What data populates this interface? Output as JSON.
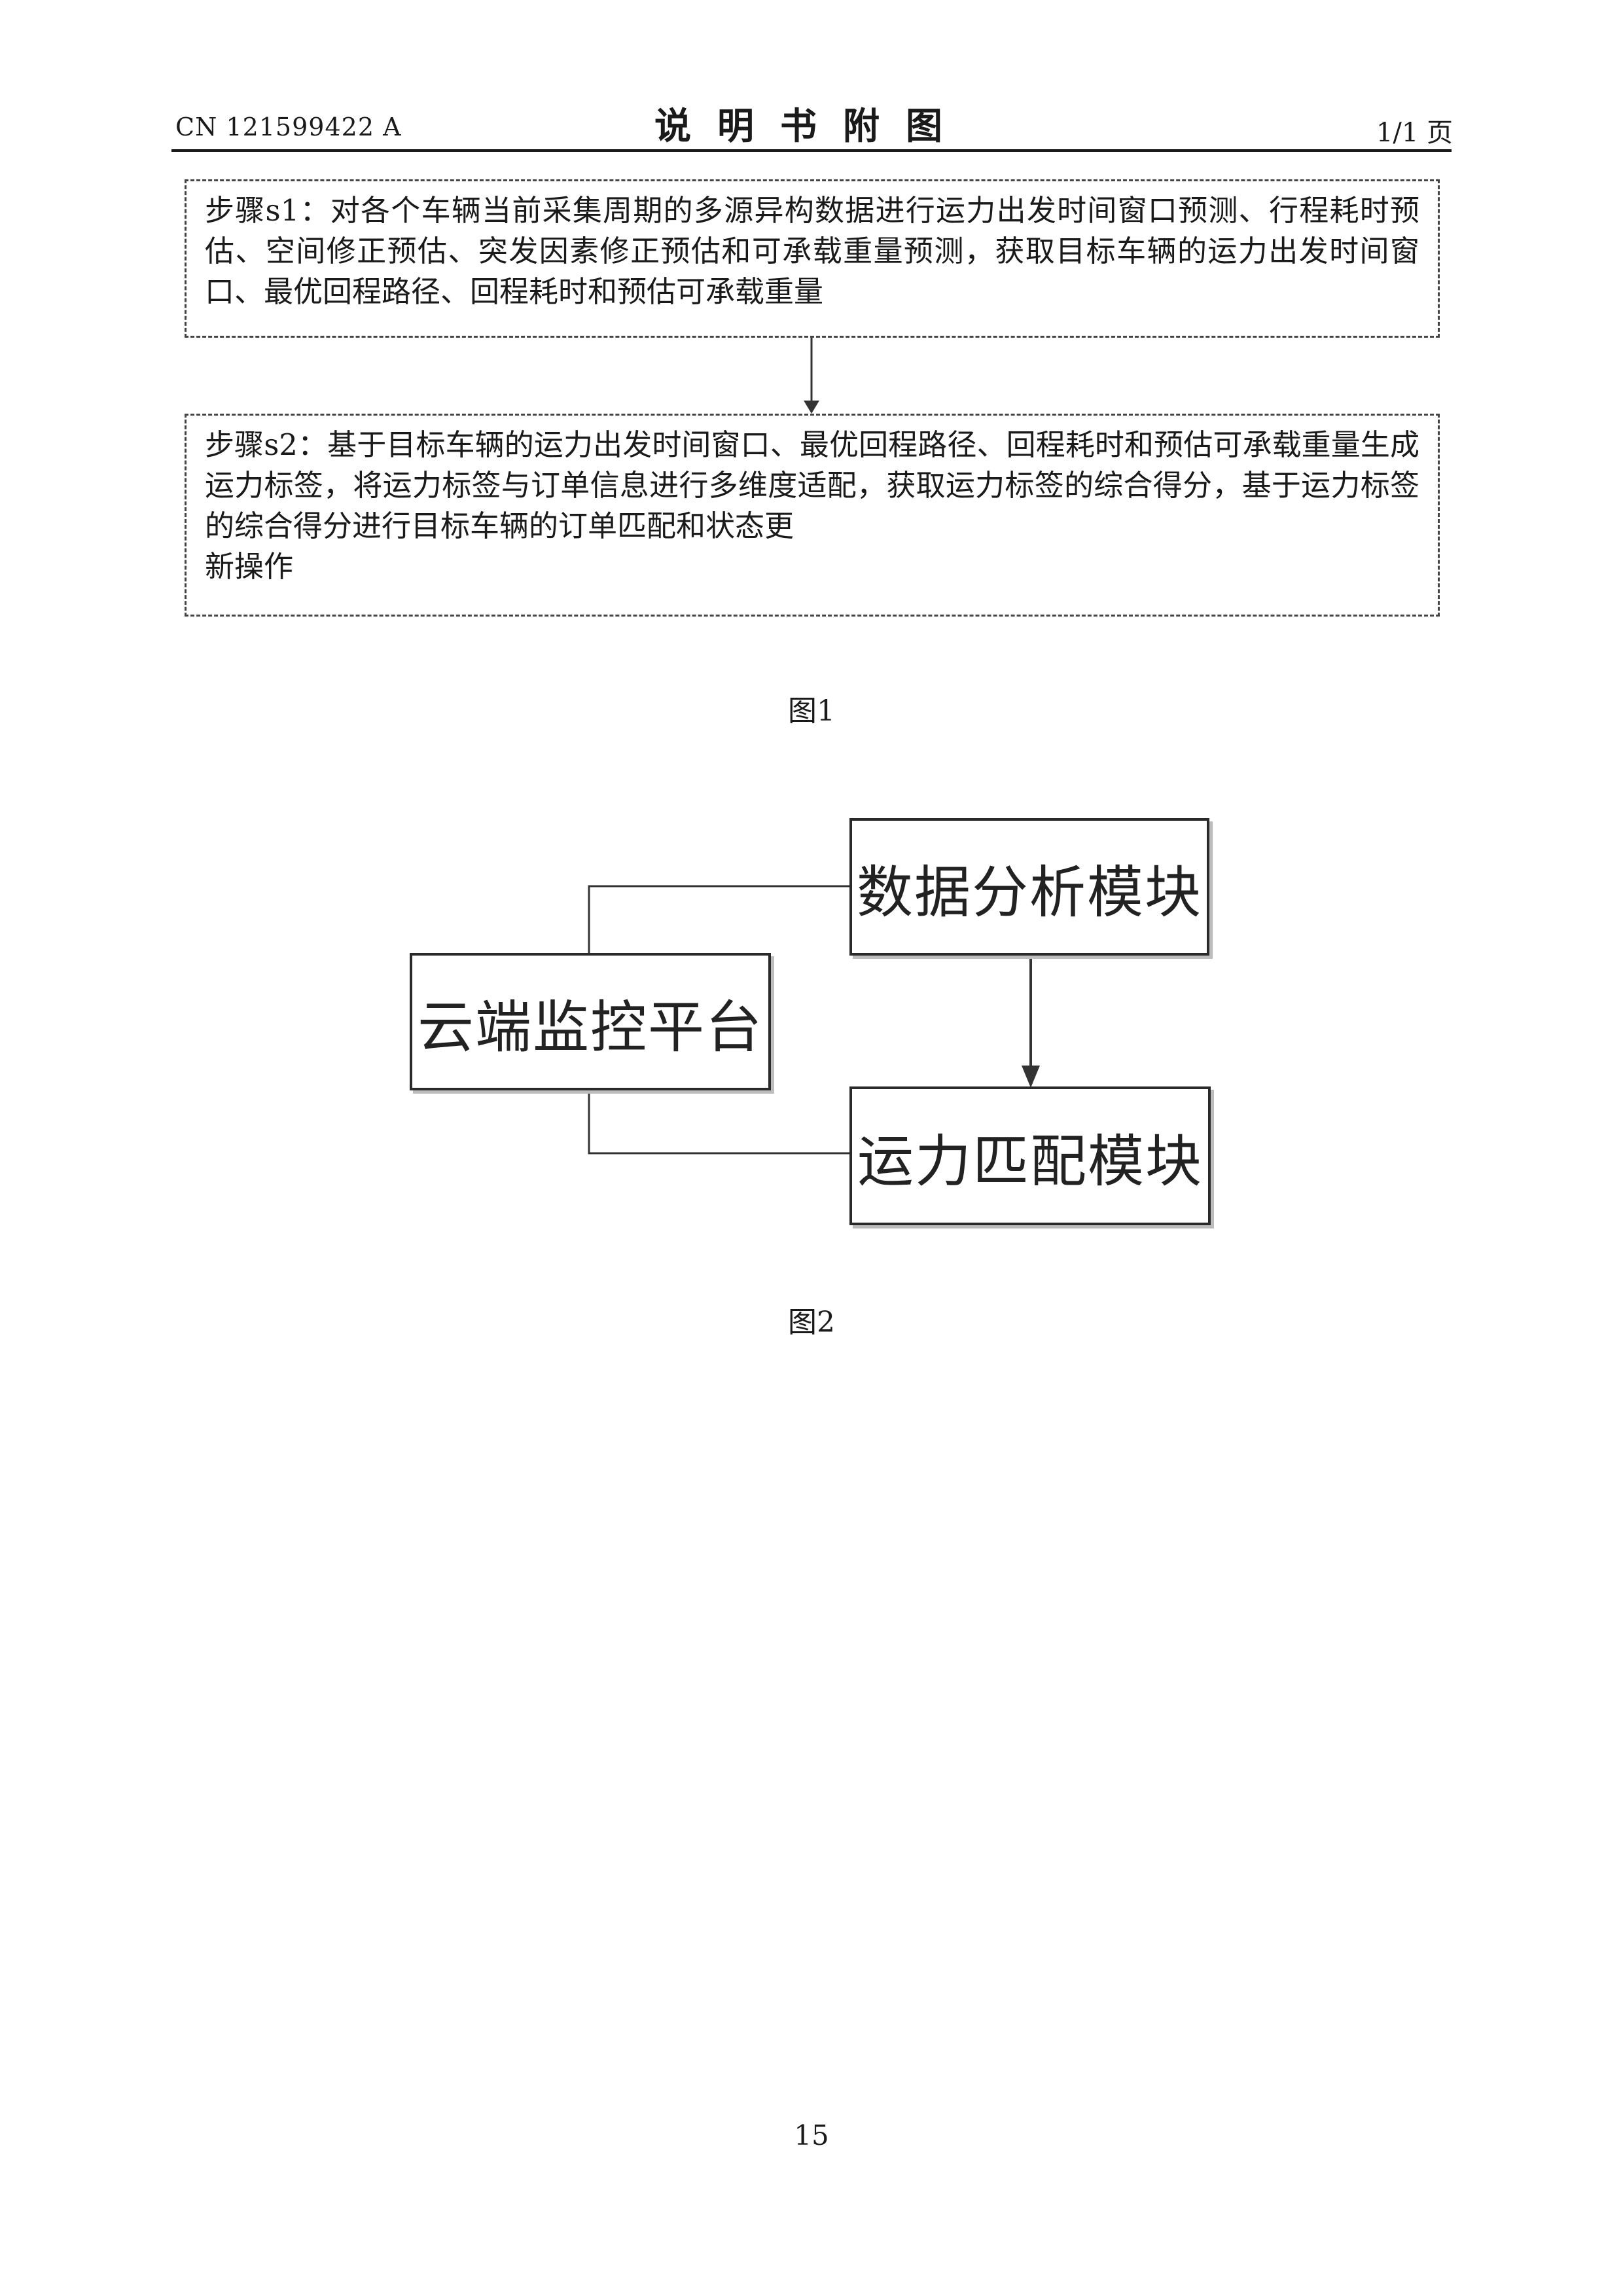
{
  "header": {
    "publication_number": "CN 121599422 A",
    "title": "说明书附图",
    "page_indicator": "1/1 页"
  },
  "figure1": {
    "steps": [
      {
        "id": "s1",
        "text": "步骤s1：对各个车辆当前采集周期的多源异构数据进行运力出发时间窗口预测、行程耗时预估、空间修正预估、突发因素修正预估和可承载重量预测，获取目标车辆的运力出发时间窗口、最优回程路径、回程耗时和预估可承载重量"
      },
      {
        "id": "s2",
        "text": "步骤s2：基于目标车辆的运力出发时间窗口、最优回程路径、回程耗时和预估可承载重量生成运力标签，将运力标签与订单信息进行多维度适配，获取运力标签的综合得分，基于运力标签的综合得分进行目标车辆的订单匹配和状态更",
        "text_last_line": "新操作"
      }
    ],
    "caption": "图1"
  },
  "figure2": {
    "modules": {
      "data_analysis": "数据分析模块",
      "cloud_platform": "云端监控平台",
      "capacity_matching": "运力匹配模块"
    },
    "caption": "图2"
  },
  "footer": {
    "page_number": "15"
  }
}
